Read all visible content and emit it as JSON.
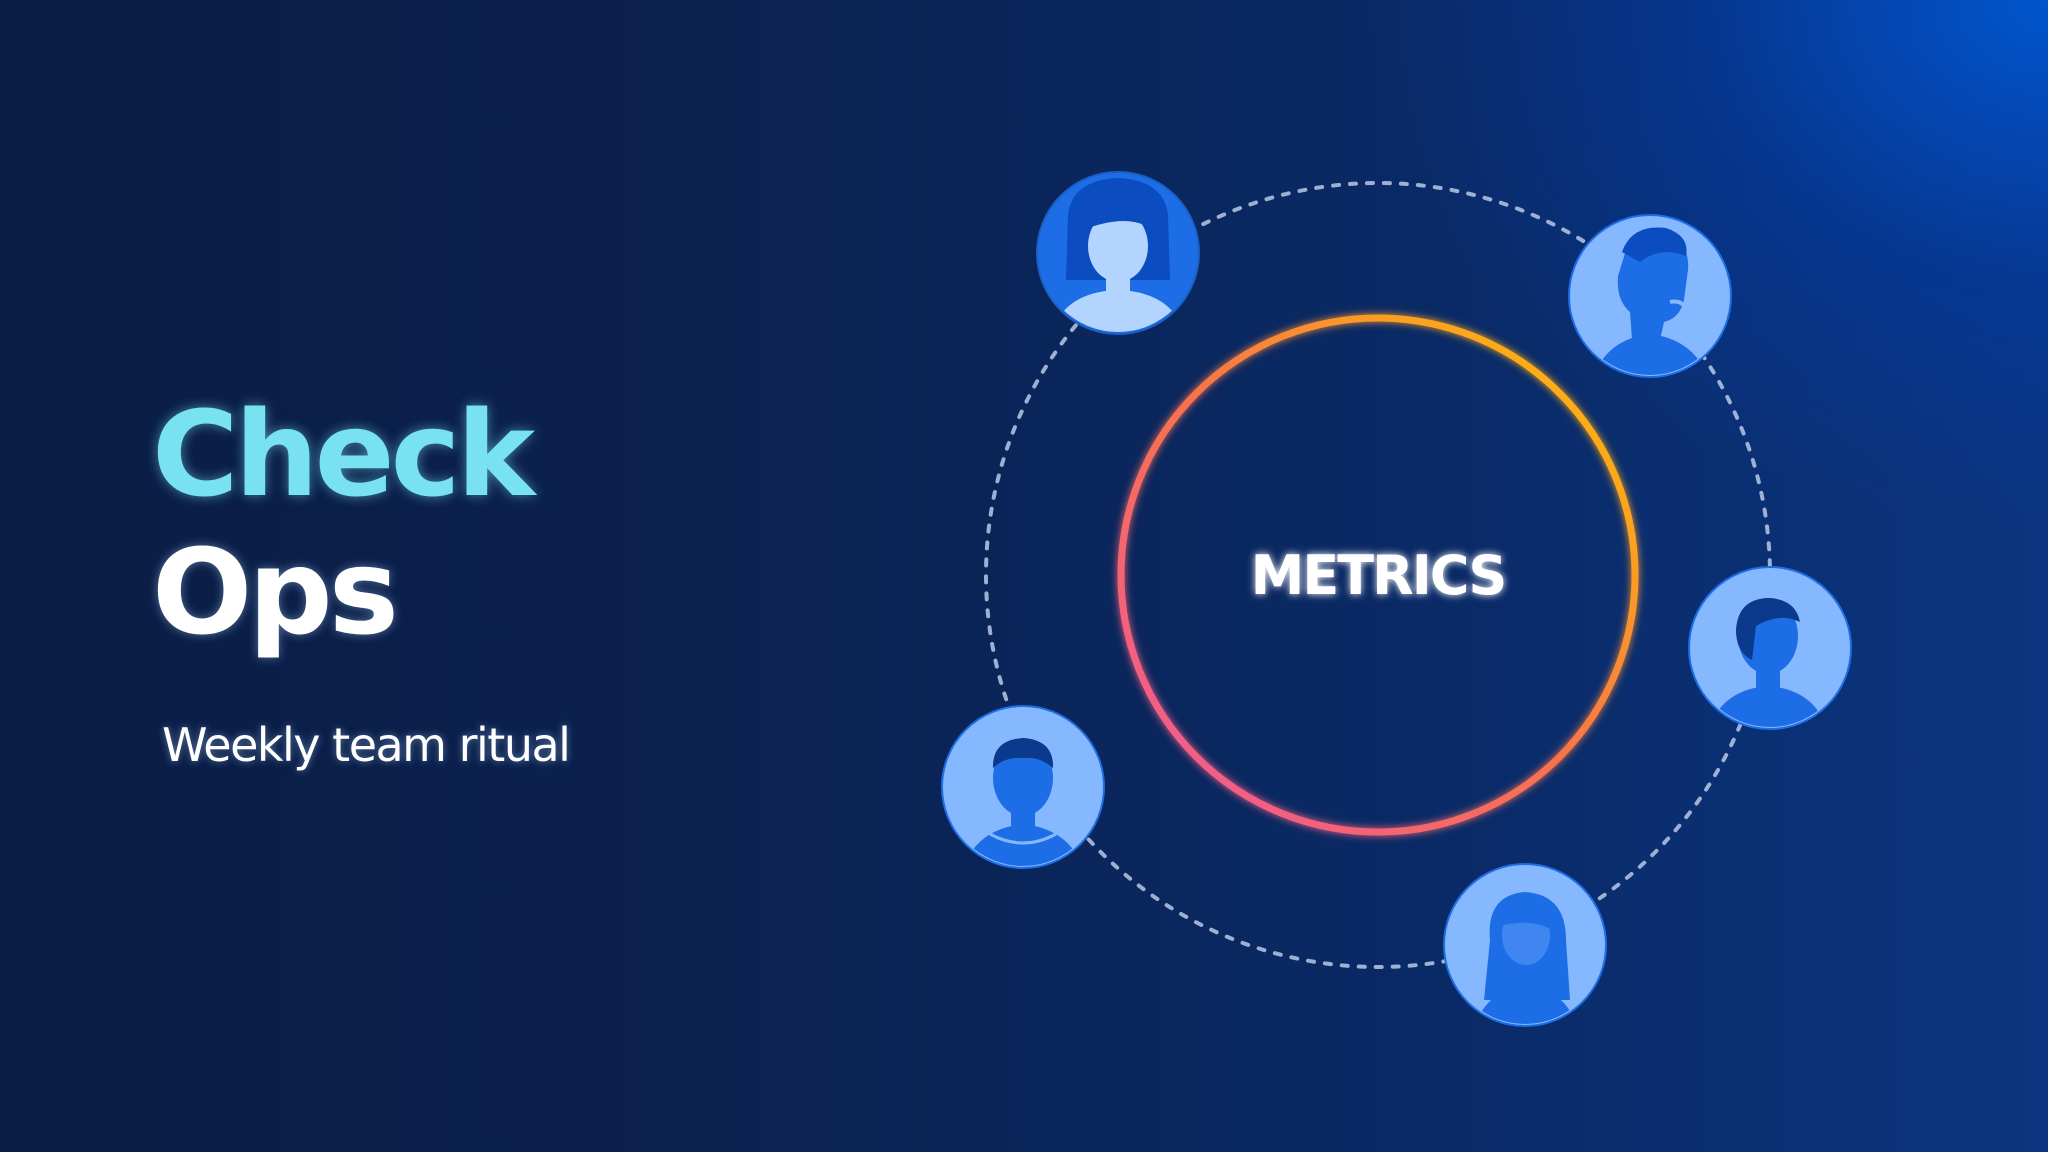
{
  "title": {
    "line1": "Check",
    "line2": "Ops"
  },
  "subtitle": "Weekly team ritual",
  "center_label": "METRICS",
  "colors": {
    "accent": "#79e2f2",
    "ring_gradient_start": "#ffc400",
    "ring_gradient_end": "#f0559e",
    "avatar_light": "#85b8ff",
    "avatar_dark": "#1d6ee6"
  },
  "avatars": [
    {
      "name": "woman-short-hair"
    },
    {
      "name": "man-profile"
    },
    {
      "name": "person-curly-hair"
    },
    {
      "name": "woman-long-hair"
    },
    {
      "name": "man-front"
    }
  ]
}
